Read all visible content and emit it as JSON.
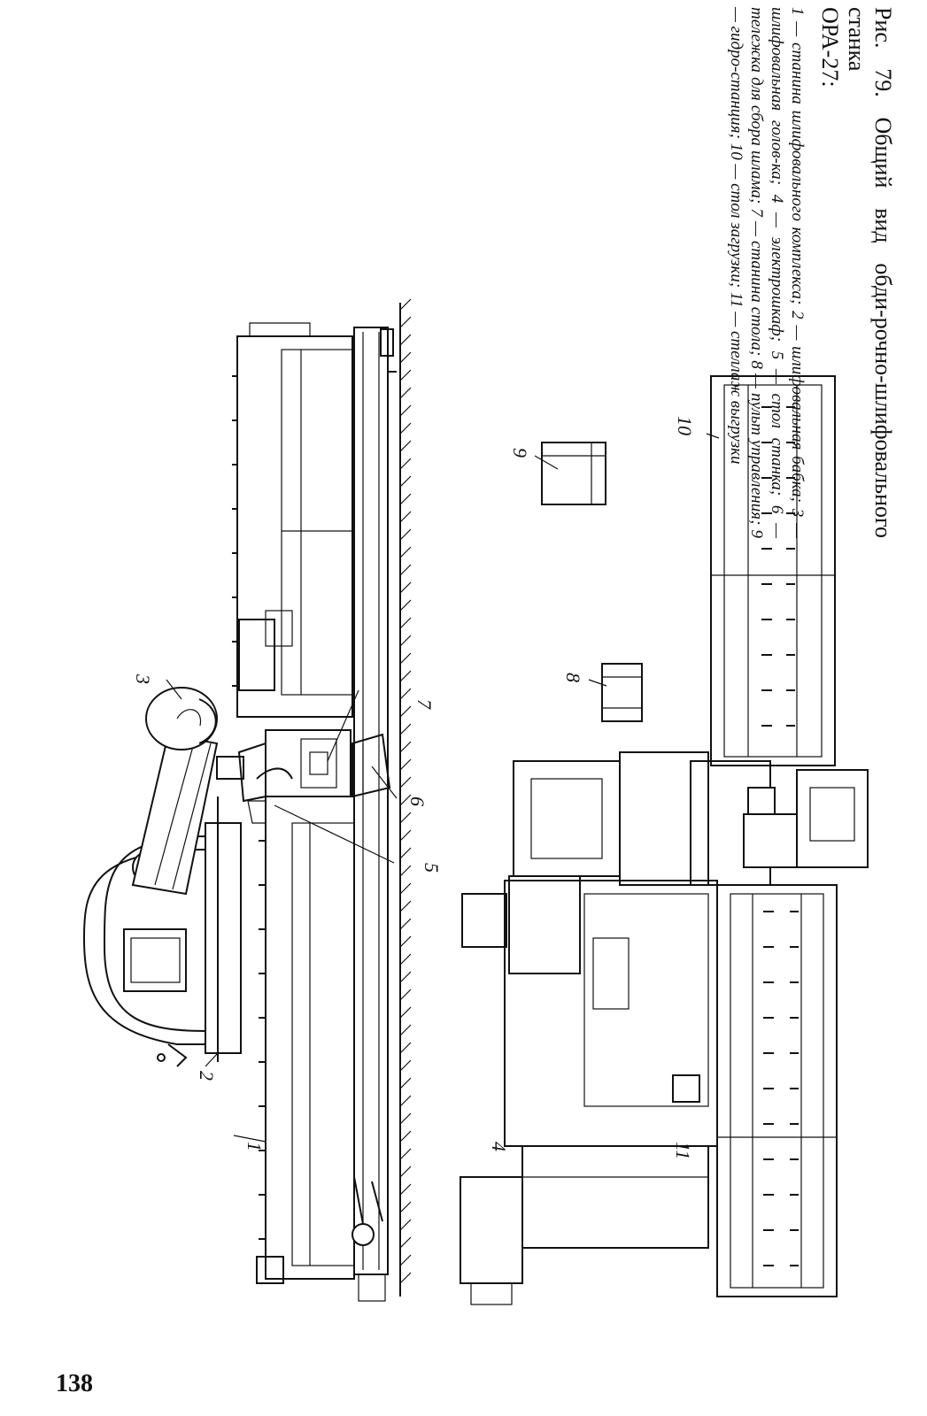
{
  "page": {
    "number": "138"
  },
  "figure": {
    "title": "Рис. 79. Общий вид обди-рочно-шлифовального станка",
    "model": "ОРА-27:",
    "legend_text": "1 — станина шлифовального комплекса; 2 — шлифовальная бабка; 3 — шлифовальная голов-ка; 4 — электрошкаф; 5 — стол станка; 6 — тележка для сбора шлама; 7 — станина стола; 8 — пульт управления; 9 — гидро-станция; 10 — стол загрузки; 11 — стеллаж выгрузки",
    "legend": [
      {
        "num": "1",
        "text": "станина шлифовального комплекса"
      },
      {
        "num": "2",
        "text": "шлифовальная бабка"
      },
      {
        "num": "3",
        "text": "шлифовальная головка"
      },
      {
        "num": "4",
        "text": "электрошкаф"
      },
      {
        "num": "5",
        "text": "стол станка"
      },
      {
        "num": "6",
        "text": "тележка для сбора шлама"
      },
      {
        "num": "7",
        "text": "станина стола"
      },
      {
        "num": "8",
        "text": "пульт управления"
      },
      {
        "num": "9",
        "text": "гидростанция"
      },
      {
        "num": "10",
        "text": "стол загрузки"
      },
      {
        "num": "11",
        "text": "стеллаж выгрузки"
      }
    ]
  },
  "callouts": {
    "c1": "1",
    "c2": "2",
    "c3": "3",
    "c4": "4",
    "c5": "5",
    "c6": "6",
    "c7": "7",
    "c8": "8",
    "c9": "9",
    "c10": "10",
    "c11": "11"
  }
}
